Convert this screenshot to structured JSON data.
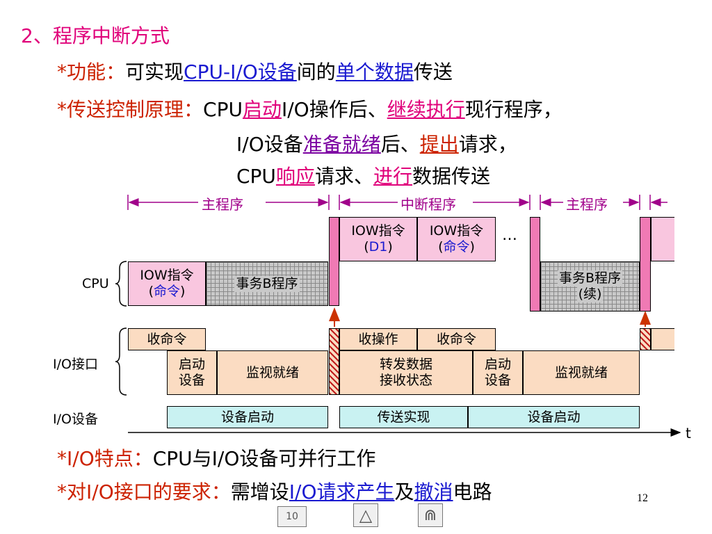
{
  "heading": "2、程序中断方式",
  "func": {
    "star": "*功能：",
    "a": "可实现",
    "b": "CPU-I/O设备",
    "c": "间的",
    "d": "单个数据",
    "e": "传送"
  },
  "principle": {
    "star": "*传送控制原理：",
    "l1": {
      "a": "CPU",
      "b": "启动",
      "c": "I/O操作后、",
      "d": "继续执行",
      "e": "现行程序，"
    },
    "l2": {
      "a": "I/O设备",
      "b": "准备就绪",
      "c": "后、",
      "d": "提出",
      "e": "请求，"
    },
    "l3": {
      "a": "CPU",
      "b": "响应",
      "c": "请求、",
      "d": "进行",
      "e": "数据传送"
    }
  },
  "diagram": {
    "spans": {
      "main1": "主程序",
      "interrupt": "中断程序",
      "main2": "主程序"
    },
    "rows": {
      "cpu": "CPU",
      "iface": "I/O接口",
      "device": "I/O设备"
    },
    "cpu": {
      "iow1_l1": "IOW指令",
      "iow1_l2a": "(",
      "iow1_l2b": "命令",
      "iow1_l2c": ")",
      "taskB": "事务B程序",
      "iow2_l1": "IOW指令",
      "iow2_l2a": "(",
      "iow2_l2b": "D1",
      "iow2_l2c": ")",
      "iow3_l1": "IOW指令",
      "iow3_l2a": "(",
      "iow3_l2b": "命令",
      "iow3_l2c": ")",
      "ellipsis": "…",
      "taskB2_l1": "事务B程序",
      "taskB2_l2": "(续)"
    },
    "iface": {
      "recv_cmd1": "收命令",
      "recv_op": "收操作",
      "recv_cmd2": "收命令",
      "start1": "启动\n设备",
      "monitor1": "监视就绪",
      "forward": "转发数据\n接收状态",
      "start2": "启动\n设备",
      "monitor2": "监视就绪"
    },
    "device": {
      "start1": "设备启动",
      "transfer": "传送实现",
      "start2": "设备启动"
    },
    "t_label": "t"
  },
  "feature": {
    "star": "*I/O特点：",
    "text": "CPU与I/O设备可并行工作"
  },
  "requirement": {
    "star": "*对I/O接口的要求：",
    "a": "需增设",
    "b": "I/O请求产生",
    "c": "及",
    "d": "撤消",
    "e": "电路"
  },
  "page_number": "12",
  "nav": {
    "slide": "10",
    "up_symbol": "△",
    "return_symbol": "⋒"
  }
}
